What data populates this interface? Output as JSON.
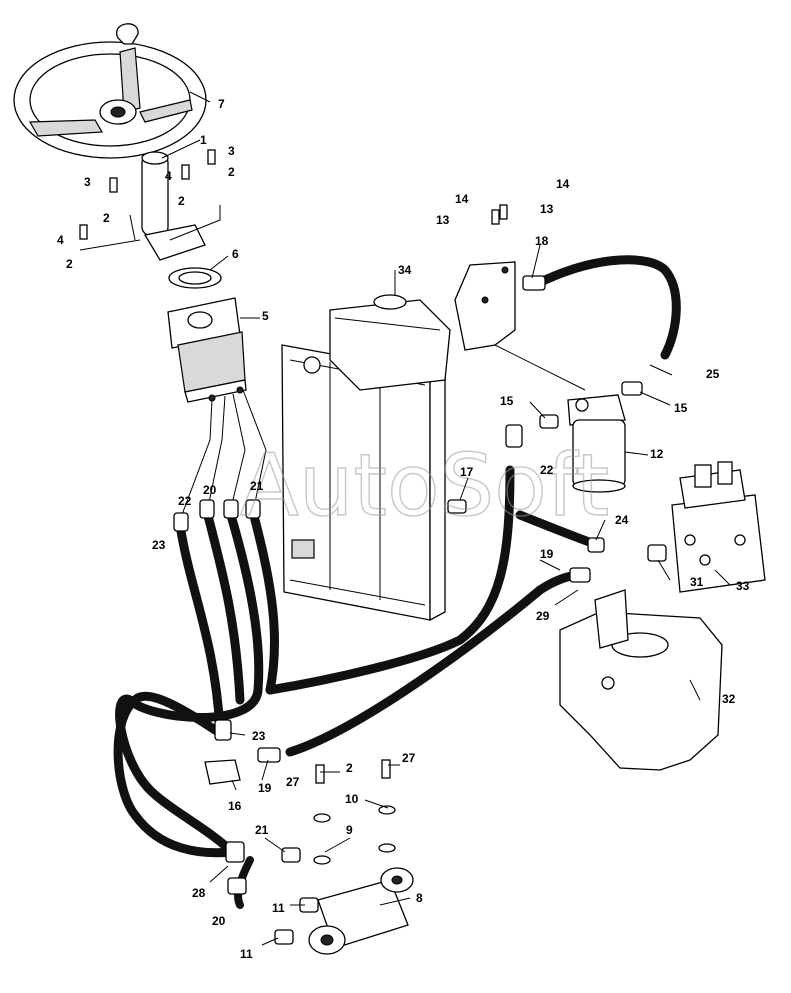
{
  "watermark": "AutoSoft",
  "callouts": [
    {
      "id": "c1",
      "text": "1"
    },
    {
      "id": "c2a",
      "text": "2"
    },
    {
      "id": "c2b",
      "text": "2"
    },
    {
      "id": "c2c",
      "text": "2"
    },
    {
      "id": "c2d",
      "text": "2"
    },
    {
      "id": "c2e",
      "text": "2"
    },
    {
      "id": "c3a",
      "text": "3"
    },
    {
      "id": "c3b",
      "text": "3"
    },
    {
      "id": "c4a",
      "text": "4"
    },
    {
      "id": "c4b",
      "text": "4"
    },
    {
      "id": "c5",
      "text": "5"
    },
    {
      "id": "c6",
      "text": "6"
    },
    {
      "id": "c7",
      "text": "7"
    },
    {
      "id": "c8",
      "text": "8"
    },
    {
      "id": "c9",
      "text": "9"
    },
    {
      "id": "c10",
      "text": "10"
    },
    {
      "id": "c11a",
      "text": "11"
    },
    {
      "id": "c11b",
      "text": "11"
    },
    {
      "id": "c12",
      "text": "12"
    },
    {
      "id": "c13a",
      "text": "13"
    },
    {
      "id": "c13b",
      "text": "13"
    },
    {
      "id": "c14a",
      "text": "14"
    },
    {
      "id": "c14b",
      "text": "14"
    },
    {
      "id": "c15a",
      "text": "15"
    },
    {
      "id": "c15b",
      "text": "15"
    },
    {
      "id": "c16",
      "text": "16"
    },
    {
      "id": "c17",
      "text": "17"
    },
    {
      "id": "c18",
      "text": "18"
    },
    {
      "id": "c19a",
      "text": "19"
    },
    {
      "id": "c19b",
      "text": "19"
    },
    {
      "id": "c20a",
      "text": "20"
    },
    {
      "id": "c20b",
      "text": "20"
    },
    {
      "id": "c21a",
      "text": "21"
    },
    {
      "id": "c21b",
      "text": "21"
    },
    {
      "id": "c22a",
      "text": "22"
    },
    {
      "id": "c22b",
      "text": "22"
    },
    {
      "id": "c23a",
      "text": "23"
    },
    {
      "id": "c23b",
      "text": "23"
    },
    {
      "id": "c24",
      "text": "24"
    },
    {
      "id": "c25",
      "text": "25"
    },
    {
      "id": "c27a",
      "text": "27"
    },
    {
      "id": "c27b",
      "text": "27"
    },
    {
      "id": "c28",
      "text": "28"
    },
    {
      "id": "c29",
      "text": "29"
    },
    {
      "id": "c31",
      "text": "31"
    },
    {
      "id": "c32",
      "text": "32"
    },
    {
      "id": "c33",
      "text": "33"
    },
    {
      "id": "c34",
      "text": "34"
    }
  ]
}
